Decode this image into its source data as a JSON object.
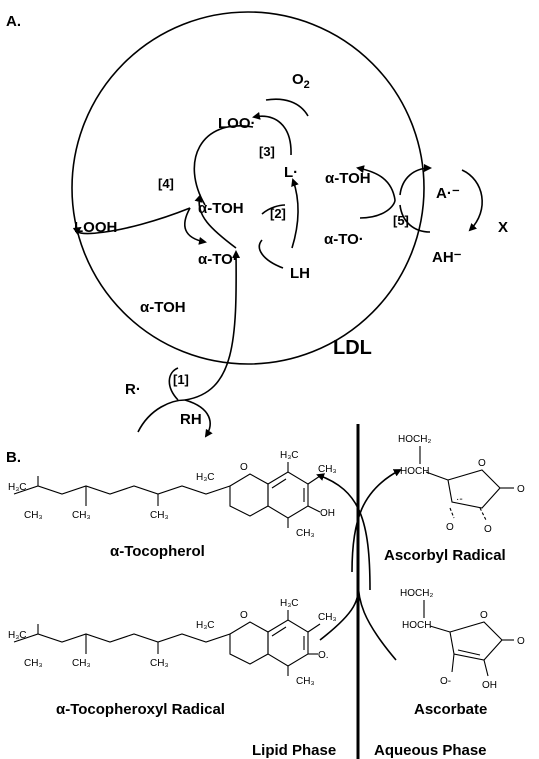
{
  "panel_a": {
    "label": "A.",
    "loo": "LOO·",
    "o2": "O",
    "o2_sub": "2",
    "step3": "[3]",
    "l_radical": "L·",
    "step4": "[4]",
    "step2": "[2]",
    "atoh_top": "α-TOH",
    "atoh_inner": "α-TOH",
    "looh": "LOOH",
    "ato_center": "α-TO·",
    "ato_right": "α-TO·",
    "step5": "[5]",
    "a_radical": "A·⁻",
    "x": "X",
    "ah": "AH⁻",
    "lh": "LH",
    "atoh_bottom": "α-TOH",
    "ldl": "LDL",
    "step1": "[1]",
    "r_radical": "R·",
    "rh": "RH"
  },
  "panel_b": {
    "label": "B.",
    "tocopherol": "α-Tocopherol",
    "tocopheroxyl": "α-Tocopheroxyl Radical",
    "ascorbyl": "Ascorbyl Radical",
    "ascorbate": "Ascorbate",
    "lipid_phase": "Lipid Phase",
    "aqueous_phase": "Aqueous Phase",
    "h3c": "H₃C",
    "ch3": "CH₃",
    "oh": "OH",
    "o_radical": "O.",
    "o": "O",
    "hoch2": "HOCH₂",
    "hoch": "HOCH",
    "o_minus": "O-",
    "radical_minus": "·-"
  }
}
